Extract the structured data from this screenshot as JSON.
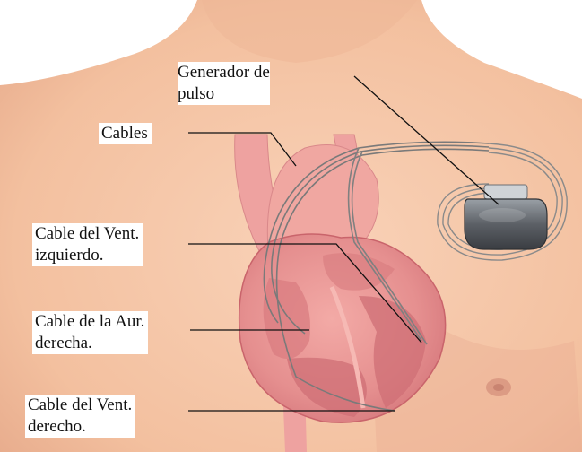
{
  "diagram": {
    "labels": {
      "generator": [
        "Generador de",
        "pulso"
      ],
      "cables": [
        "Cables"
      ],
      "lv_cable": [
        "Cable del Vent.",
        "izquierdo."
      ],
      "ra_cable": [
        "Cable de la Aur.",
        "derecha."
      ],
      "rv_cable": [
        "Cable del Vent.",
        "derecho."
      ]
    },
    "colors": {
      "skin": "#f5c7a9",
      "skin_shadow": "#e8ab8c",
      "heart": "#e58f8f",
      "heart_dark": "#c9646b",
      "vessel": "#f0a7a1",
      "device": "#5c6066",
      "lead": "#7a7a7a",
      "leader_line": "#111111"
    }
  }
}
